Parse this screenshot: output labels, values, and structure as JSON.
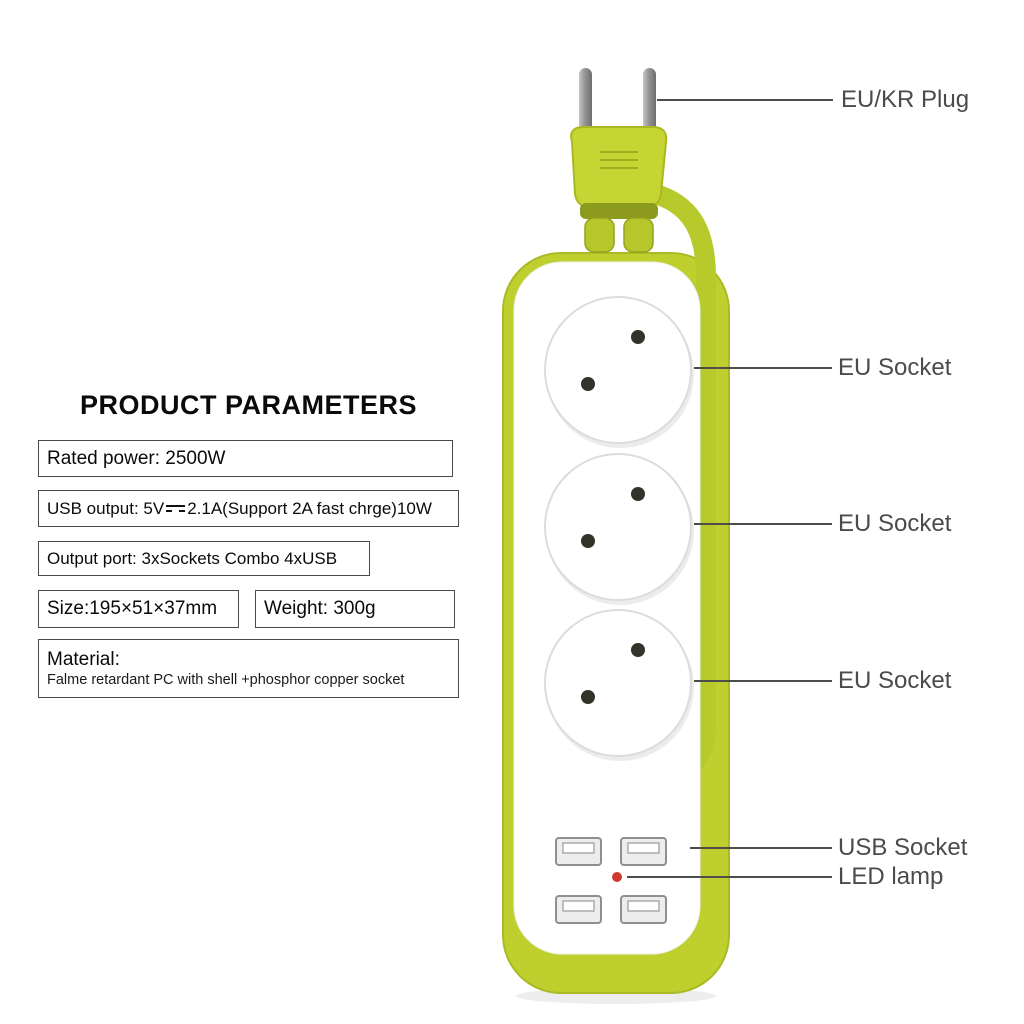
{
  "title": "PRODUCT PARAMETERS",
  "specs": {
    "rated_power": "Rated power: 2500W",
    "usb_output_pre": "USB output: 5V",
    "usb_output_post": "2.1A(Support 2A fast chrge)10W",
    "output_port": "Output port: 3xSockets Combo 4xUSB",
    "size": "Size:195×51×37mm",
    "weight": "Weight: 300g",
    "material_label": "Material:",
    "material_desc": "Falme retardant PC with shell +phosphor copper socket"
  },
  "callouts": {
    "plug": "EU/KR Plug",
    "socket1": "EU Socket",
    "socket2": "EU Socket",
    "socket3": "EU Socket",
    "usb": "USB Socket",
    "led": "LED lamp"
  },
  "colors": {
    "body_green": "#bfd02e",
    "cable_green": "#b7ca2b",
    "led_red": "#d03a2c",
    "pin_gray": "#9a9a9a",
    "callout_text": "#4b4b4b"
  }
}
